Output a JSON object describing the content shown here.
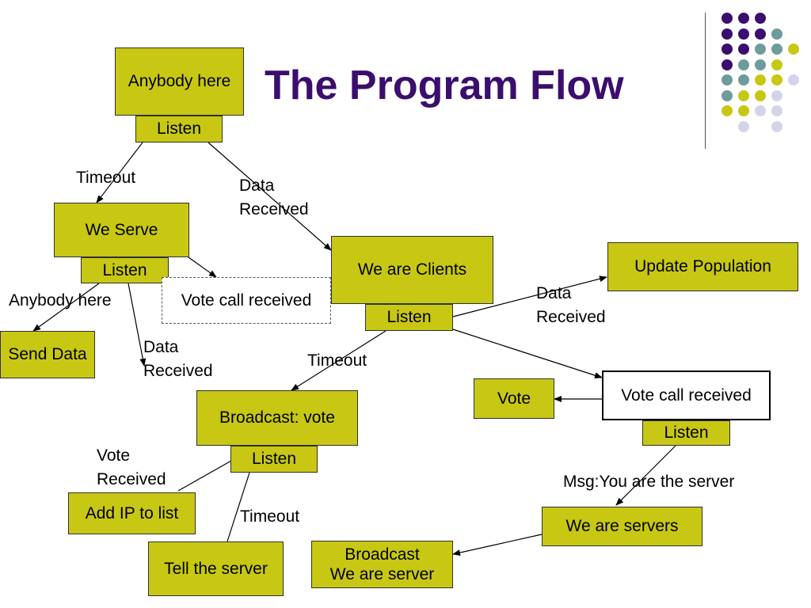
{
  "title": "The Program Flow",
  "colors": {
    "box_fill": "#c8c814",
    "title": "#3b0e6e",
    "dot_purple": "#3b0e6e",
    "dot_teal": "#6e9b9b",
    "dot_yellow": "#c8c814",
    "dot_lavender": "#d4d4e8"
  },
  "boxes": {
    "anybody_here": "Anybody here",
    "listen_1": "Listen",
    "we_serve": "We Serve",
    "listen_2": "Listen",
    "vote_call_received_1": "Vote call received",
    "send_data": "Send Data",
    "we_are_clients": "We are Clients",
    "listen_3": "Listen",
    "update_population": "Update Population",
    "broadcast_vote": "Broadcast: vote",
    "listen_4": "Listen",
    "vote": "Vote",
    "vote_call_received_2": "Vote call received",
    "listen_5": "Listen",
    "add_ip": "Add IP to list",
    "tell_server": "Tell the server",
    "we_are_servers": "We are servers",
    "broadcast_server": "Broadcast\nWe are server"
  },
  "labels": {
    "timeout_1": "Timeout",
    "data_received_1": "Data\nReceived",
    "anybody_here": "Anybody here",
    "data_received_2": "Data\nReceived",
    "timeout_2": "Timeout",
    "data_received_3": "Data\nReceived",
    "vote_received": "Vote\nReceived",
    "timeout_3": "Timeout",
    "msg_server": "Msg:You are the server"
  },
  "dot_grid": [
    [
      "purple",
      "purple",
      "purple",
      "",
      ""
    ],
    [
      "purple",
      "purple",
      "purple",
      "teal",
      ""
    ],
    [
      "purple",
      "purple",
      "teal",
      "teal",
      "yellow"
    ],
    [
      "purple",
      "teal",
      "teal",
      "yellow",
      ""
    ],
    [
      "teal",
      "teal",
      "yellow",
      "yellow",
      "lavender"
    ],
    [
      "teal",
      "yellow",
      "yellow",
      "lavender",
      ""
    ],
    [
      "yellow",
      "yellow",
      "lavender",
      "lavender",
      ""
    ],
    [
      "",
      "lavender",
      "",
      "lavender",
      ""
    ]
  ]
}
